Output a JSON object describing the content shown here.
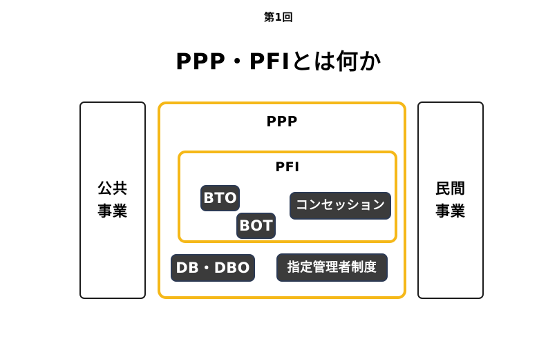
{
  "slide": {
    "header": "第1回",
    "title": "PPP・PFIとは何か"
  },
  "diagram": {
    "left_box": {
      "label": "公共\n事業",
      "border_color": "#1b1b1b",
      "fill_color": "#ffffff"
    },
    "right_box": {
      "label": "民間\n事業",
      "border_color": "#1b1b1b",
      "fill_color": "#ffffff"
    },
    "ppp_box": {
      "label": "PPP",
      "border_color": "#f5b819",
      "fill_color": "#ffffff"
    },
    "pfi_box": {
      "label": "PFI",
      "border_color": "#f5b819",
      "fill_color": "#ffffff"
    },
    "chips": {
      "fill_color": "#3b3b3b",
      "border_color": "#2c3a54",
      "text_color": "#ffffff",
      "inside_pfi": [
        {
          "label": "BTO"
        },
        {
          "label": "BOT"
        },
        {
          "label": "コンセッション"
        }
      ],
      "inside_ppp": [
        {
          "label": "DB・DBO"
        },
        {
          "label": "指定管理者制度"
        }
      ]
    }
  }
}
